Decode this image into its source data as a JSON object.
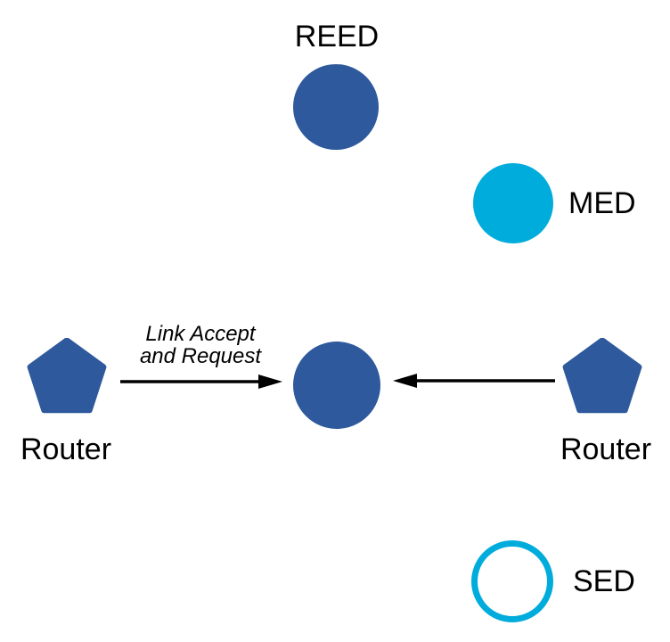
{
  "background": "#ffffff",
  "colors": {
    "node_dark_blue": "#2E599C",
    "node_cyan": "#00ACDC",
    "line_black": "#000000",
    "text_black": "#000000"
  },
  "nodes": {
    "reed": {
      "label": "REED",
      "shape": "filled-circle",
      "fill": "#2E599C"
    },
    "med": {
      "label": "MED",
      "shape": "filled-circle",
      "fill": "#00ACDC"
    },
    "center_device": {
      "label": "",
      "shape": "filled-circle",
      "fill": "#2E599C"
    },
    "router_left": {
      "label": "Router",
      "shape": "pentagon",
      "fill": "#2E599C"
    },
    "router_right": {
      "label": "Router",
      "shape": "pentagon",
      "fill": "#2E599C"
    },
    "sed": {
      "label": "SED",
      "shape": "outlined-circle",
      "stroke": "#00ACDC"
    }
  },
  "edges": {
    "left": {
      "label_line1": "Link Accept",
      "label_line2": "and Request",
      "direction": "right"
    },
    "right": {
      "label_line1": "",
      "label_line2": "",
      "direction": "left"
    }
  }
}
